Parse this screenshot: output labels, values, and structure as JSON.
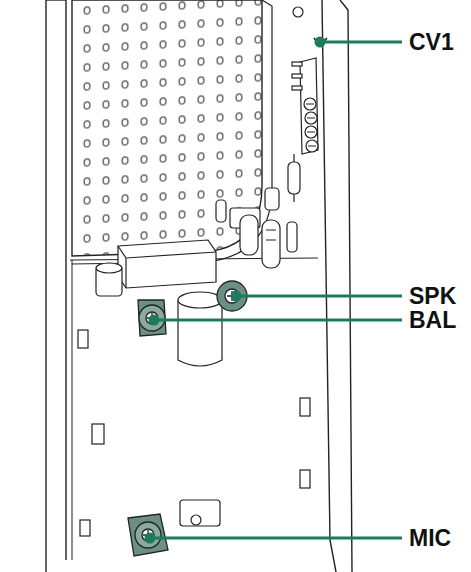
{
  "diagram": {
    "labels": [
      "CV1",
      "SPK",
      "BAL",
      "MIC"
    ]
  }
}
